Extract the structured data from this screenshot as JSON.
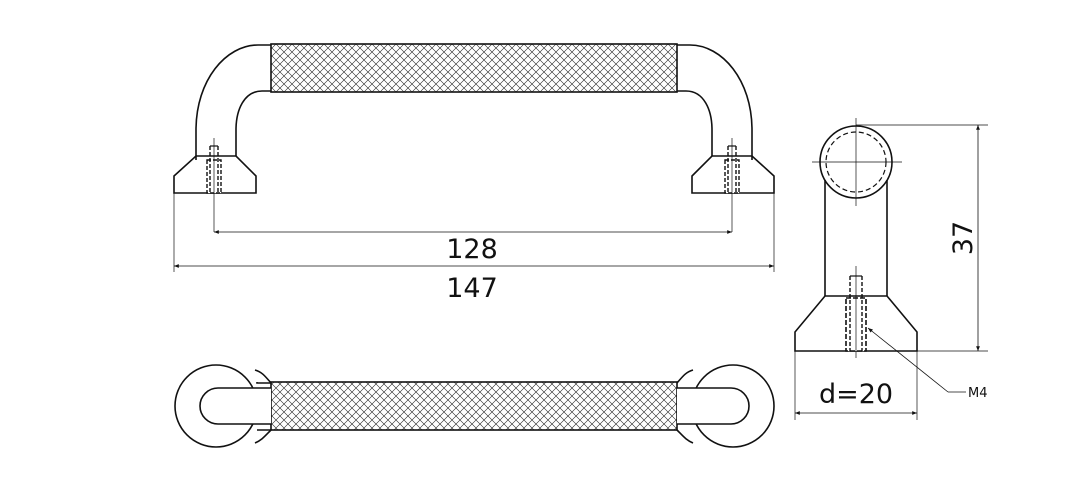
{
  "dimensions": {
    "hole_spacing": "128",
    "overall_length": "147",
    "height": "37",
    "diameter": "d=20",
    "thread": "M4"
  },
  "colors": {
    "line": "#111111",
    "background": "#ffffff"
  }
}
